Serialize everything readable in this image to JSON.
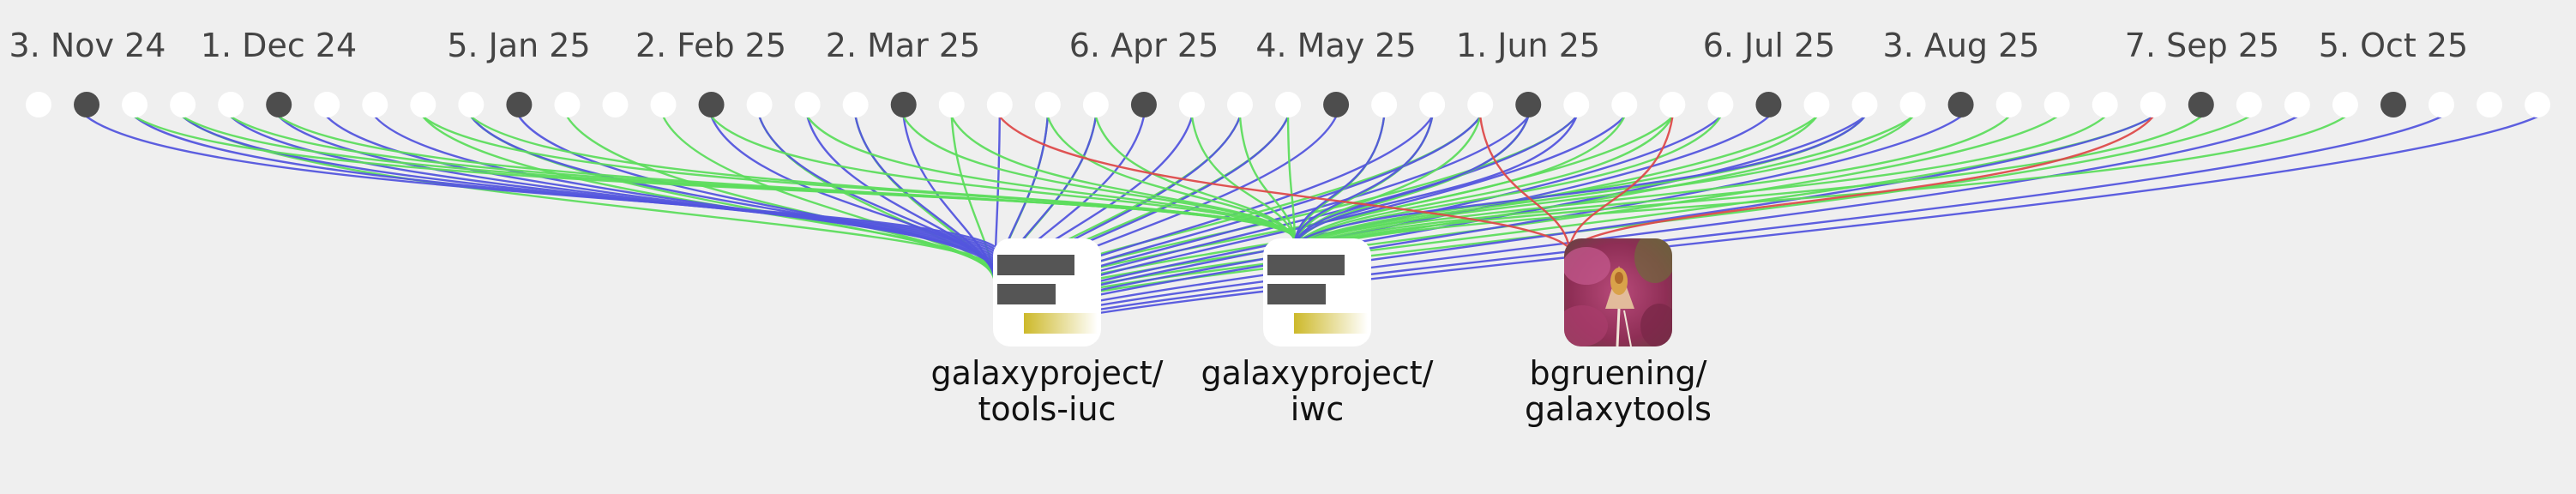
{
  "timeline": {
    "labels": [
      "3. Nov 24",
      "1. Dec 24",
      "5. Jan 25",
      "2. Feb 25",
      "2. Mar 25",
      "6. Apr 25",
      "4. May 25",
      "1. Jun 25",
      "6. Jul 25",
      "3. Aug 25",
      "7. Sep 25",
      "5. Oct 25"
    ],
    "dot_count": 53,
    "week_dots": [
      1,
      5,
      10,
      14,
      18,
      23,
      27,
      31,
      36,
      40,
      45,
      49
    ],
    "dot_color_light": "#ffffff",
    "dot_color_dark": "#4d4d4d"
  },
  "repositories": [
    {
      "id": "tools-iuc",
      "name_line1": "galaxyproject/",
      "name_line2": "tools-iuc",
      "icon": "repo-bars-icon"
    },
    {
      "id": "iwc",
      "name_line1": "galaxyproject/",
      "name_line2": "iwc",
      "icon": "repo-bars-icon"
    },
    {
      "id": "galaxytools",
      "name_line1": "bgruening/",
      "name_line2": "galaxytools",
      "icon": "orchid-photo-icon"
    }
  ],
  "colors": {
    "blue": "#5355dd",
    "green": "#5ddc5d",
    "red": "#dd4a4a",
    "icon_bar": "#555555",
    "icon_gold": "#cdb92a"
  },
  "links": {
    "tools-iuc": {
      "blue": [
        1,
        2,
        3,
        4,
        5,
        6,
        7,
        9,
        10,
        14,
        15,
        16,
        17,
        18,
        20,
        21,
        22,
        23,
        24,
        25,
        26,
        27,
        29,
        30,
        31,
        32,
        33,
        35,
        36,
        38,
        40,
        44,
        47,
        50,
        52
      ],
      "green": [
        3,
        8,
        9,
        11,
        13,
        15,
        17,
        19,
        21,
        22,
        25,
        26,
        30,
        32,
        34,
        37,
        39,
        42,
        44,
        46
      ]
    },
    "iwc": {
      "blue": [
        28,
        29,
        31,
        32,
        38
      ],
      "green": [
        2,
        3,
        4,
        5,
        8,
        9,
        14,
        16,
        18,
        19,
        21,
        22,
        24,
        25,
        26,
        28,
        29,
        30,
        31,
        33,
        34,
        35,
        37,
        38,
        39,
        41,
        43,
        45,
        48
      ]
    },
    "galaxytools": {
      "red": [
        20,
        30,
        34,
        44
      ]
    }
  }
}
